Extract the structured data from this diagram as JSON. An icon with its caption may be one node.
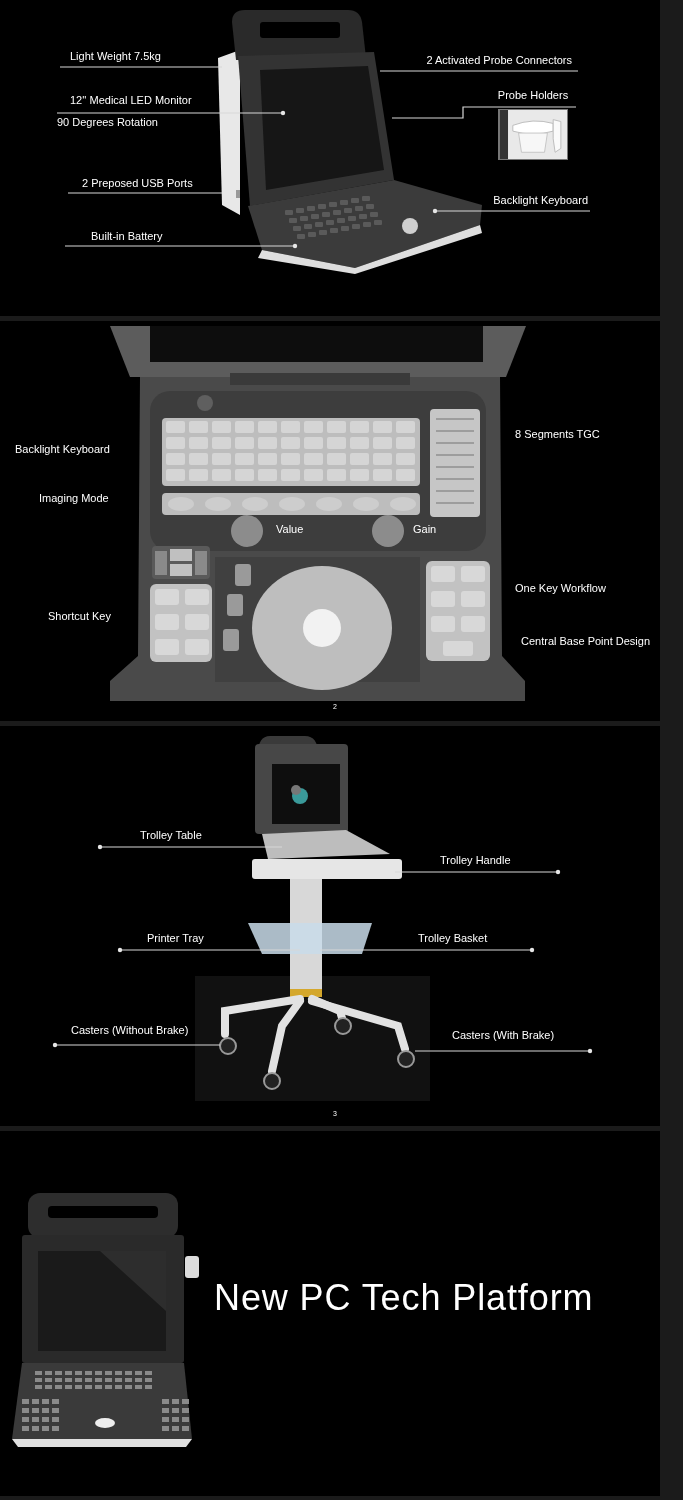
{
  "diagram": {
    "nodes": [
      {
        "text": [
          "Light Weight 7.5kg"
        ]
      },
      {
        "text": [
          "12'' Medical LED Monitor"
        ]
      },
      {
        "text": [
          "2 Preposed USB Ports"
        ]
      },
      {
        "text": [
          "Built-in Battery"
        ]
      },
      {
        "text": [
          "2 Activated Probe Connectors"
        ]
      },
      {
        "text": [
          "Probe Holders"
        ]
      },
      {
        "text": [],
        "shape": "picture",
        "in": 5
      },
      {
        "text": [
          "Backlight Keyboard"
        ]
      },
      {
        "text": [
          "Trolley Table"
        ]
      },
      {
        "text": [
          "Trolley Handle"
        ]
      },
      {
        "text": [
          "Printer Tray"
        ]
      },
      {
        "text": [
          "Trolley Basket"
        ]
      },
      {
        "text": [
          "Casters (Without Brake)"
        ]
      },
      {
        "text": [
          "Casters (With Brake)"
        ]
      },
      {
        "text": [],
        "shape": "picture"
      },
      {
        "text": [],
        "shape": "picture"
      }
    ],
    "edges": [
      {
        "from": 0,
        "to": 14,
        "arrow": "none"
      },
      {
        "from": 1,
        "to": 14,
        "arrow": "other"
      },
      {
        "from": 2,
        "to": 14,
        "arrow": "none"
      },
      {
        "from": 3,
        "to": 14,
        "arrow": "other"
      },
      {
        "from": 4,
        "to": 14,
        "arrow": "none"
      },
      {
        "from": 5,
        "to": 14,
        "arrow": "none"
      },
      {
        "from": 7,
        "to": 14,
        "arrow": "other"
      },
      {
        "from": 8,
        "to": 15,
        "arrow": "other"
      },
      {
        "from": 9,
        "to": 15,
        "arrow": "other"
      },
      {
        "from": 10,
        "to": 15,
        "arrow": "other"
      },
      {
        "from": 11,
        "to": 15,
        "arrow": "other"
      },
      {
        "from": 12,
        "to": 15,
        "arrow": "other"
      },
      {
        "from": 13,
        "to": 15,
        "arrow": "other"
      }
    ],
    "labels": [
      "90 Degrees Rotation",
      "8 Segments TGC",
      "Backlight Keyboard",
      "Imaging Mode",
      "Value",
      "Gain",
      "One Key Workflow",
      "Shortcut Key",
      "Central Base Point Design",
      "2",
      "3",
      "New PC Tech Platform"
    ]
  }
}
